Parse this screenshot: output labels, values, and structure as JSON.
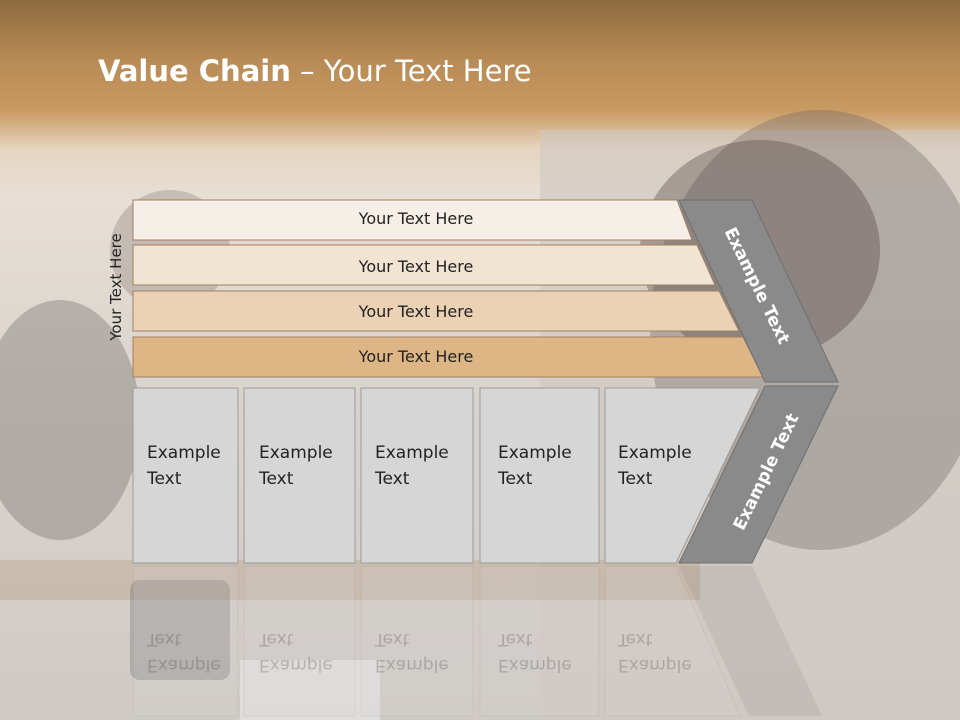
{
  "slide": {
    "title_bold": "Value Chain",
    "title_rest": " – Your Text Here",
    "side_label": "Your Text Here"
  },
  "bars": [
    {
      "label": "Your Text Here",
      "color": "#f6efe7"
    },
    {
      "label": "Your Text Here",
      "color": "#f2e4d3"
    },
    {
      "label": "Your Text Here",
      "color": "#ebd2b5"
    },
    {
      "label": "Your Text Here",
      "color": "#deb584"
    }
  ],
  "boxes": [
    {
      "label": "Example\nText"
    },
    {
      "label": "Example\nText"
    },
    {
      "label": "Example\nText"
    },
    {
      "label": "Example\nText"
    },
    {
      "label": "Example\nText"
    }
  ],
  "chevron": {
    "upper_label": "Example Text",
    "lower_label": "Example Text",
    "color": "#8a8a8a"
  },
  "colors": {
    "box_fill": "#d6d6d6",
    "box_border": "#9a9a9a",
    "bar_border": "#a08060"
  }
}
